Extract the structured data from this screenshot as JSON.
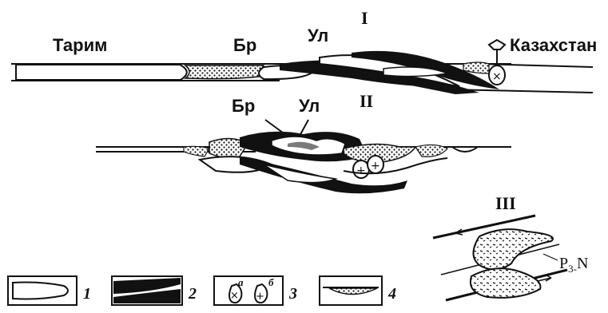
{
  "section_I": {
    "numeral": "I",
    "label_tarim": "Тарим",
    "label_br": "Бр",
    "label_ul": "Ул",
    "label_kazakhstan": "Казахстан"
  },
  "section_II": {
    "numeral": "II",
    "label_br": "Бр",
    "label_ul": "Ул"
  },
  "section_III": {
    "numeral": "III",
    "label_age_base": "P",
    "label_age_sub": "3-",
    "label_age_tail": "N"
  },
  "legend": [
    {
      "number": "1"
    },
    {
      "number": "2"
    },
    {
      "number": "3",
      "sub_a": "а",
      "sub_b": "б"
    },
    {
      "number": "4"
    }
  ],
  "colors": {
    "ink": "#111111",
    "paper": "#ffffff",
    "gray": "#7a7a7a"
  }
}
